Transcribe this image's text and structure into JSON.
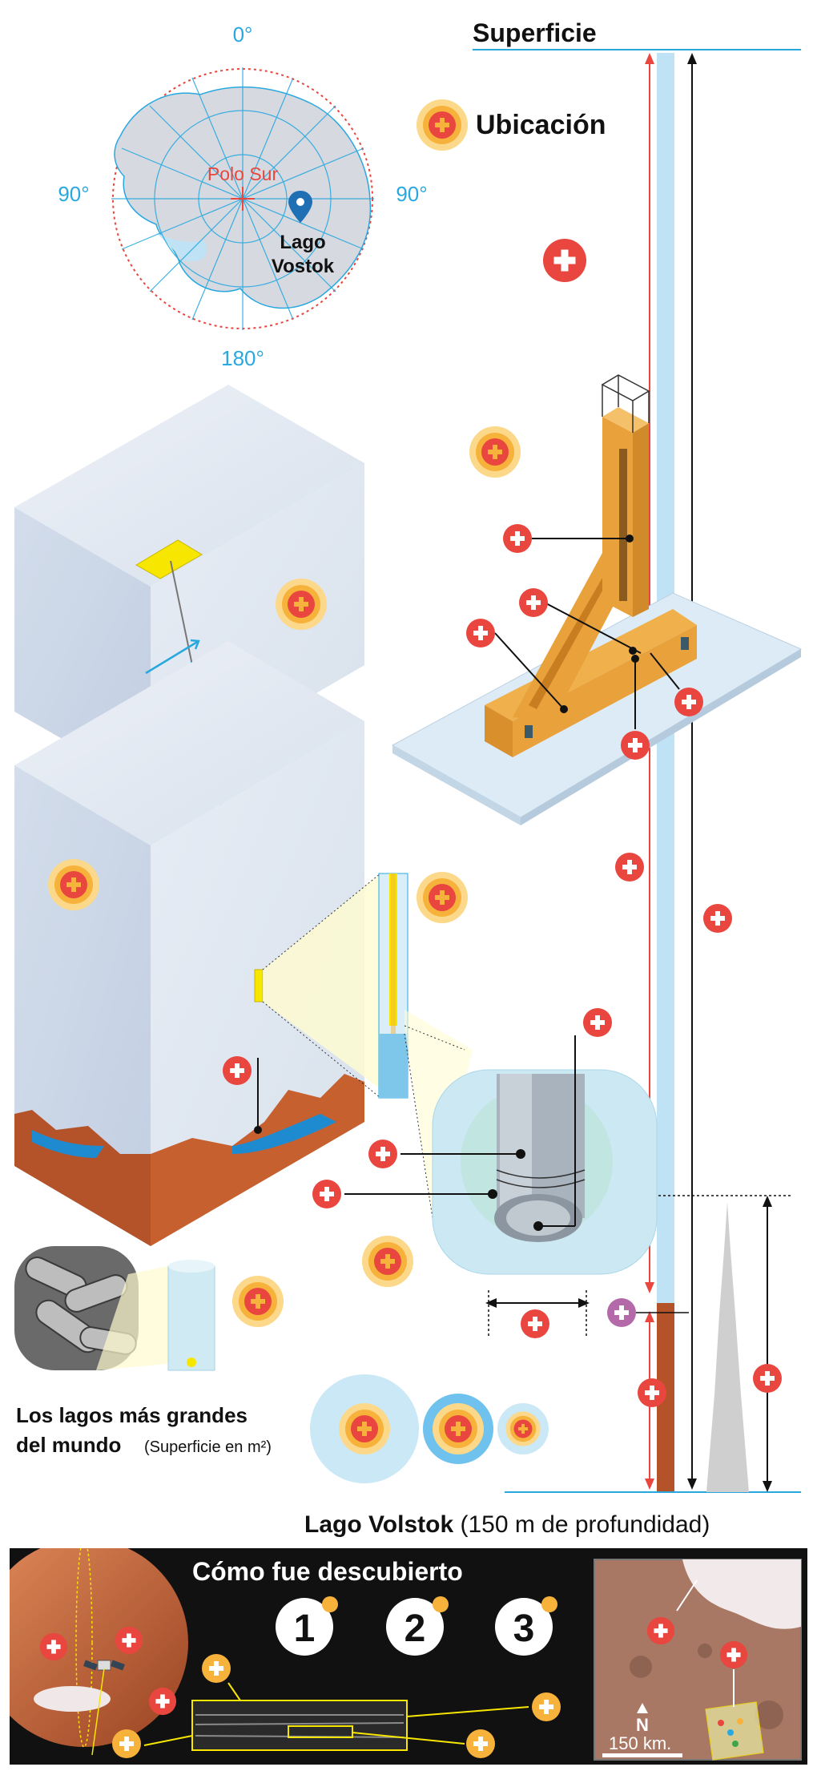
{
  "colors": {
    "accent_blue": "#29a8e0",
    "hotspot_red": "#e8463e",
    "hotspot_orange": "#f7b23b",
    "tower_orange": "#e9a23b",
    "bedrock": "#b4532a",
    "water": "#1e8bd1",
    "ice": "#dfe7f2",
    "dark_panel": "#111111",
    "purple_hotspot": "#b46aa8"
  },
  "map": {
    "label_0": "0°",
    "label_left_90": "90°",
    "label_right_90": "90°",
    "label_180": "180°",
    "pole_label": "Polo Sur",
    "lake_label_1": "Lago",
    "lake_label_2": "Vostok",
    "pin_icon": "map-pin-icon"
  },
  "header": {
    "surface_label": "Superficie",
    "location_label": "Ubicación"
  },
  "lakes": {
    "title_1": "Los lagos más grandes",
    "title_2": "del mundo",
    "subtitle": "(Superficie en m²)"
  },
  "footer": {
    "lake_name": "Lago Volstok",
    "depth_note": "(150 m de profundidad)"
  },
  "discovery": {
    "title": "Cómo fue descubierto",
    "steps": [
      "1",
      "2",
      "3"
    ],
    "compass_letter": "N",
    "scale_label": "150 km."
  }
}
